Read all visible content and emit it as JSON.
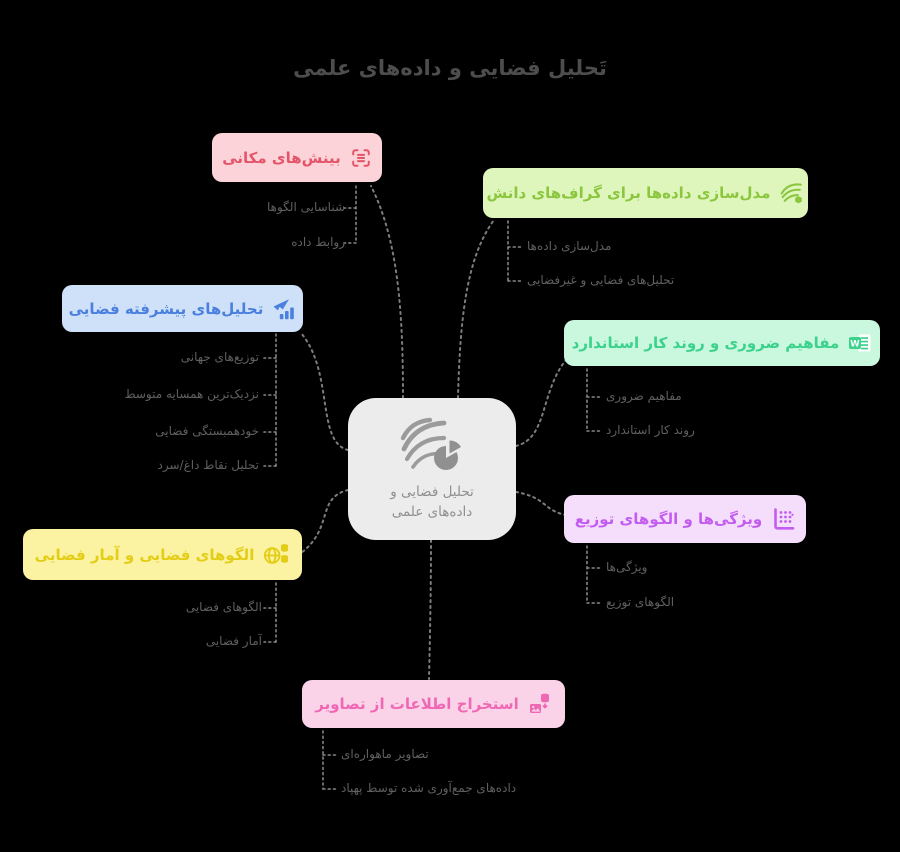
{
  "title": "تَحلیل فضایی و داده‌های علمی",
  "background_color": "#000000",
  "connector_color": "#7d7d7d",
  "center": {
    "icon": "swirl-pie-icon",
    "label_line1": "تحلیل فضایی و",
    "label_line2": "داده‌های علمی",
    "bg": "#ececec",
    "text_color": "#8f8f8f"
  },
  "branches": [
    {
      "label": "بینش‌های مکانی",
      "icon": "scan-layers-icon",
      "bg": "#fcd3d8",
      "accent": "#e4556a",
      "children": [
        "شناسایی الگوها",
        "روابط داده"
      ]
    },
    {
      "label": "مدل‌سازی داده‌ها برای گراف‌های دانش",
      "icon": "flow-cube-icon",
      "bg": "#def6bc",
      "accent": "#8cc63f",
      "children": [
        "مدل‌سازی داده‌ها",
        "تحلیل‌های فضایی و غیرفضایی"
      ]
    },
    {
      "label": "تحلیل‌های پیشرفته فضایی",
      "icon": "chart-plane-icon",
      "bg": "#cfe1f8",
      "accent": "#4b80de",
      "children": [
        "توزیع‌های جهانی",
        "نزدیک‌ترین همسایه متوسط",
        "خودهمبستگی فضایی",
        "تحلیل نقاط داغ/سرد"
      ]
    },
    {
      "label": "مفاهیم ضروری و روند کار استاندارد",
      "icon": "word-document-icon",
      "bg": "#c9f8df",
      "accent": "#3cd28c",
      "children": [
        "مفاهیم ضروری",
        "روند کار استاندارد"
      ]
    },
    {
      "label": "ویژگی‌ها و الگوهای توزیع",
      "icon": "scatter-plot-icon",
      "bg": "#f5ddfc",
      "accent": "#c35df0",
      "children": [
        "ویژگی‌ها",
        "الگوهای توزیع"
      ]
    },
    {
      "label": "الگوهای فضایی و آمار فضایی",
      "icon": "globe-database-icon",
      "bg": "#fbf3a2",
      "accent": "#e3cd16",
      "children": [
        "الگوهای فضایی",
        "آمار فضایی"
      ]
    },
    {
      "label": "استخراج اطلاعات از تصاویر",
      "icon": "image-database-icon",
      "bg": "#fbd3e9",
      "accent": "#ef68b4",
      "children": [
        "تصاویر ماهواره‌ای",
        "داده‌های جمع‌آوری شده توسط پهپاد"
      ]
    }
  ]
}
